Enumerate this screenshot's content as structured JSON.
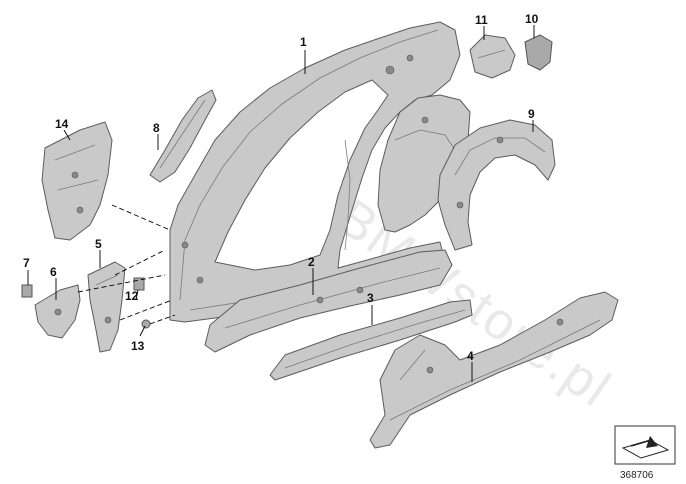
{
  "callouts": [
    "1",
    "2",
    "3",
    "4",
    "5",
    "6",
    "7",
    "8",
    "9",
    "10",
    "11",
    "12",
    "13",
    "14"
  ],
  "watermark_text": "www.BMWstore.pl",
  "document_number": "368706",
  "icons": [
    "arrow-plane-icon"
  ]
}
